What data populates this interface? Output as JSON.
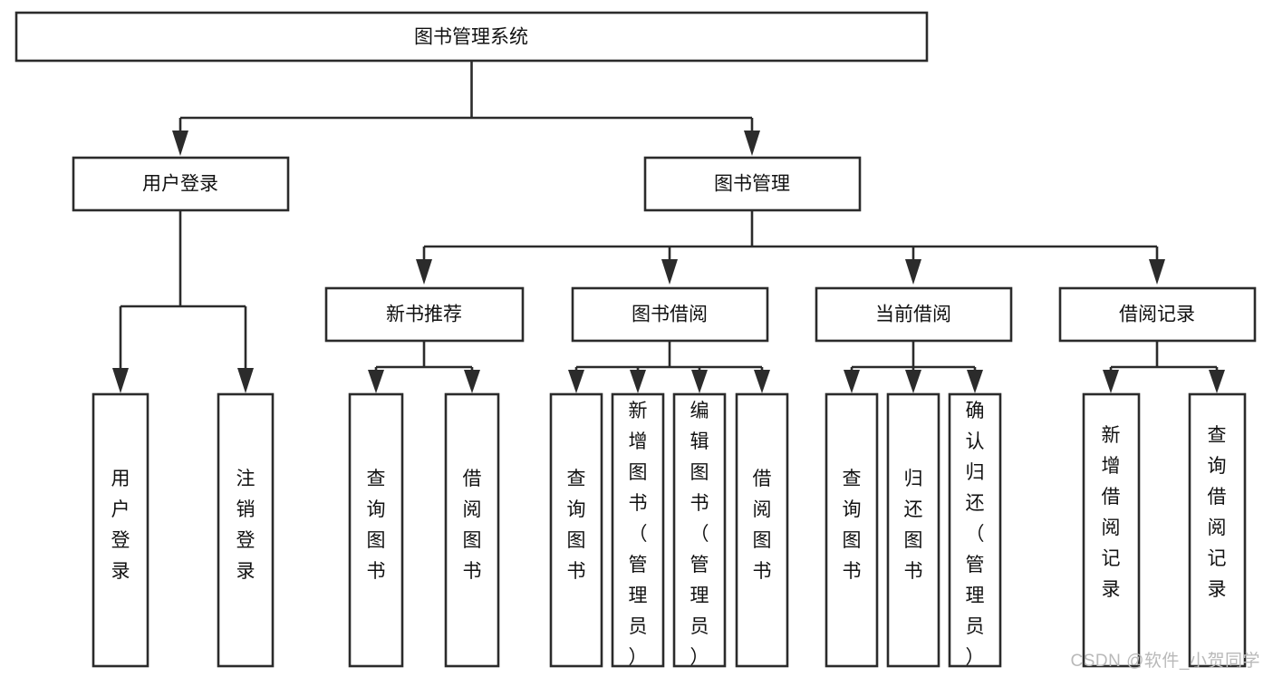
{
  "diagram": {
    "type": "tree",
    "title": "图书管理系统",
    "watermark": "CSDN @软件_小贺同学",
    "colors": {
      "stroke": "#2b2b2b",
      "fill": "#ffffff",
      "text": "#111111",
      "watermark": "#b9b9b9"
    },
    "root": {
      "label": "图书管理系统"
    },
    "level2": [
      {
        "label": "用户登录"
      },
      {
        "label": "图书管理"
      }
    ],
    "level3": [
      {
        "label": "新书推荐"
      },
      {
        "label": "图书借阅"
      },
      {
        "label": "当前借阅"
      },
      {
        "label": "借阅记录"
      }
    ],
    "leaves": {
      "user_login": [
        {
          "label": "用户登录"
        },
        {
          "label": "注销登录"
        }
      ],
      "new_book_recommend": [
        {
          "label": "查询图书"
        },
        {
          "label": "借阅图书"
        }
      ],
      "book_borrow": [
        {
          "label": "查询图书"
        },
        {
          "label": "新增图书（管理员）"
        },
        {
          "label": "编辑图书（管理员）"
        },
        {
          "label": "借阅图书"
        }
      ],
      "current_borrow": [
        {
          "label": "查询图书"
        },
        {
          "label": "归还图书"
        },
        {
          "label": "确认归还（管理员）"
        }
      ],
      "borrow_record": [
        {
          "label": "新增借阅记录"
        },
        {
          "label": "查询借阅记录"
        }
      ]
    }
  }
}
